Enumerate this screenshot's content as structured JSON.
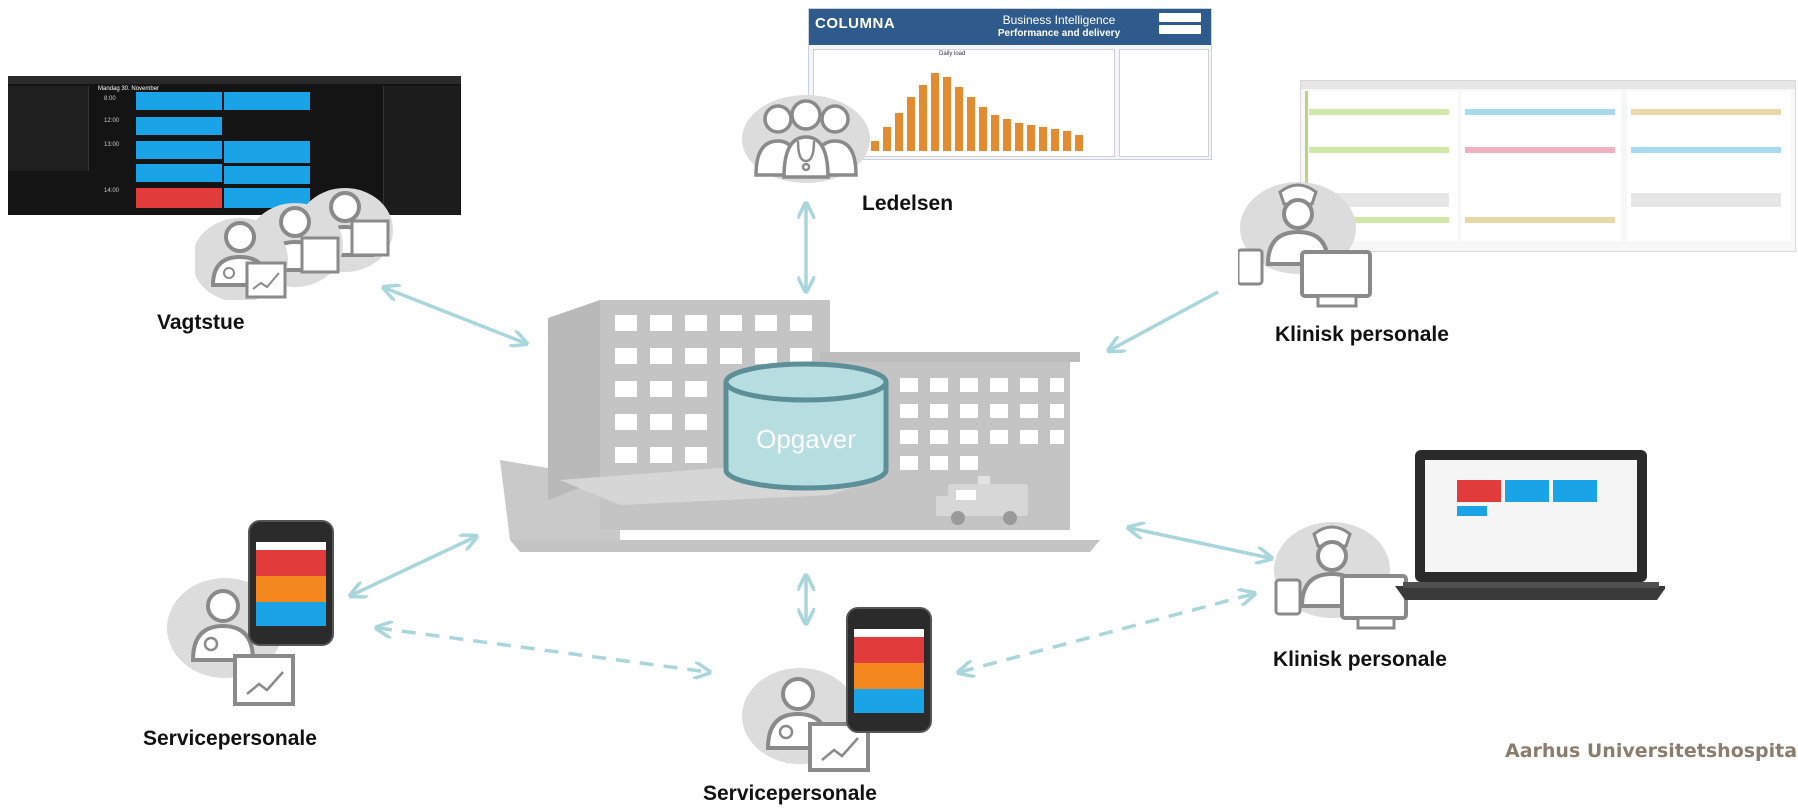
{
  "center": {
    "label": "Opgaver"
  },
  "roles": {
    "vagtstue": "Vagtstue",
    "ledelsen": "Ledelsen",
    "klinisk_top": "Klinisk personale",
    "klinisk_bottom": "Klinisk personale",
    "service_left": "Servicepersonale",
    "service_bottom": "Servicepersonale"
  },
  "organization": "Aarhus Universitetshospital",
  "bi_screen": {
    "logo": "COLUMNA",
    "title": "Business Intelligence",
    "subtitle": "Performance and delivery",
    "chart_title": "Daily load"
  },
  "dispatch_screen": {
    "header": "Mandag 30. November",
    "times": [
      "8:00",
      "12:00",
      "13:00",
      "14:00"
    ]
  },
  "colors": {
    "arrow": "#a9d6dc",
    "building": "#c4c4c4",
    "cylinder_fill": "#b6dde0",
    "cylinder_stroke": "#5d8f98",
    "person": "#8a8a8a",
    "org_label": "#8a7d6b",
    "dispatch_blue": "#1aa3e6",
    "dispatch_red": "#e23b3b",
    "bi_bar": "#e38b2e"
  },
  "icons": [
    "person-icon",
    "stethoscope-icon",
    "nurse-cap-icon",
    "tablet-icon",
    "monitor-icon",
    "chart-icon",
    "phone-icon",
    "laptop-icon",
    "ambulance-icon",
    "hospital-building-icon",
    "database-icon"
  ]
}
